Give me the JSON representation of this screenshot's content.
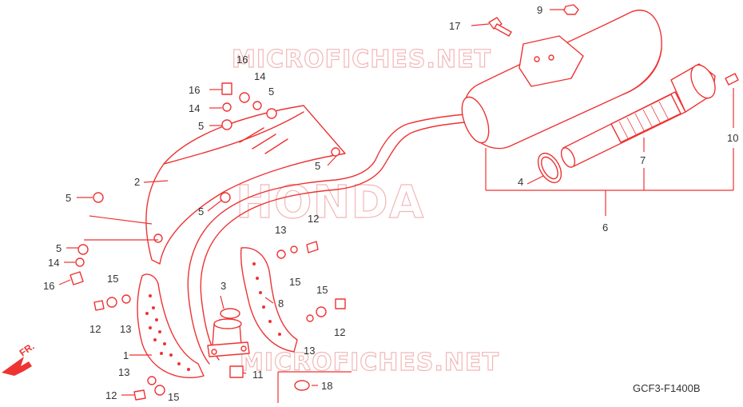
{
  "watermarks": {
    "brand": "HONDA",
    "site_top": "MICROFICHES.NET",
    "site_bottom": "MICROFICHES.NET"
  },
  "diagram": {
    "code": "GCF3-F1400B",
    "front_arrow": "FR.",
    "callouts": {
      "c1": "1",
      "c2": "2",
      "c3": "3",
      "c4": "4",
      "c5a": "5",
      "c5b": "5",
      "c5c": "5",
      "c5d": "5",
      "c5e": "5",
      "c5f": "5",
      "c6": "6",
      "c7": "7",
      "c8": "8",
      "c9": "9",
      "c10": "10",
      "c11": "11",
      "c12a": "12",
      "c12b": "12",
      "c12c": "12",
      "c12d": "12",
      "c13a": "13",
      "c13b": "13",
      "c13c": "13",
      "c13d": "13",
      "c14a": "14",
      "c14b": "14",
      "c14c": "14",
      "c15a": "15",
      "c15b": "15",
      "c15c": "15",
      "c15d": "15",
      "c16a": "16",
      "c16b": "16",
      "c16c": "16",
      "c17": "17",
      "c18": "18"
    }
  }
}
